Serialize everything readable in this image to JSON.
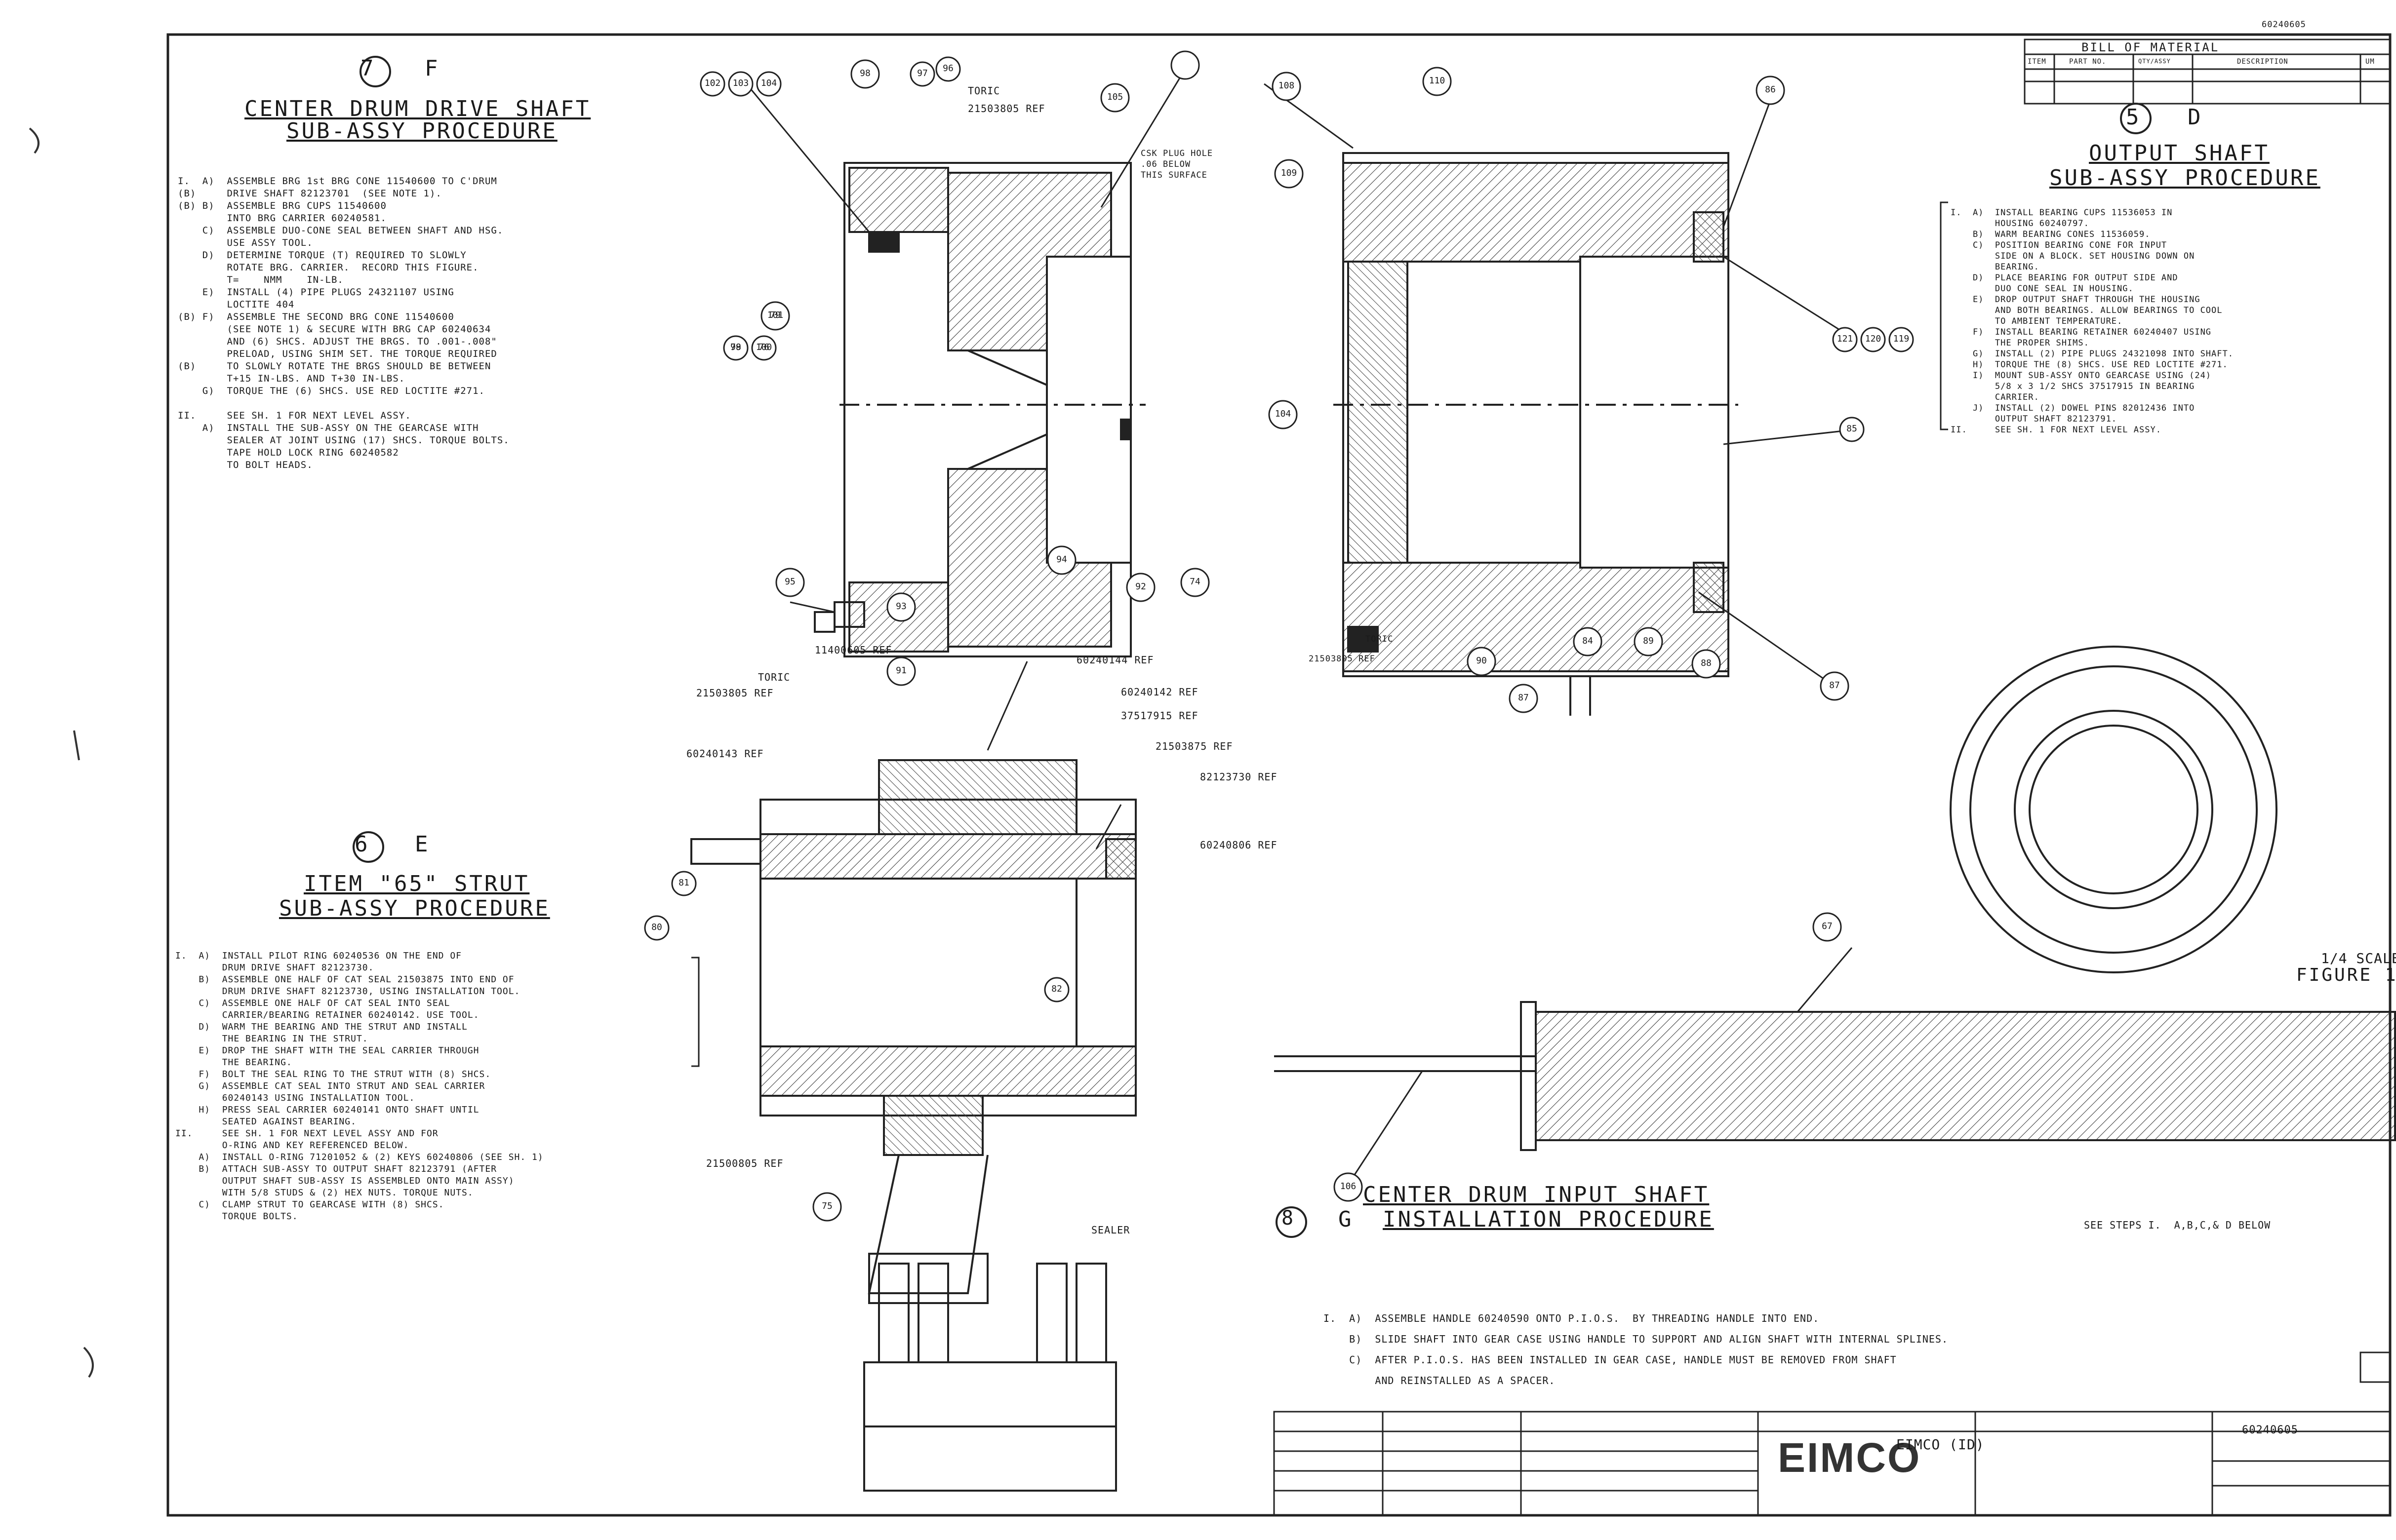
{
  "sections": {
    "top_left": {
      "step_num": "7",
      "step_letter": "F",
      "title_line1": "CENTER DRUM DRIVE SHAFT",
      "title_line2": "SUB-ASSY PROCEDURE",
      "steps": [
        "I.  A)  ASSEMBLE BRG 1st BRG CONE 11540600 TO C'DRUM",
        "(B)     DRIVE SHAFT 82123701  (SEE NOTE 1).",
        "(B) B)  ASSEMBLE BRG CUPS 11540600",
        "        INTO BRG CARRIER 60240581.",
        "    C)  ASSEMBLE DUO-CONE SEAL BETWEEN SHAFT AND HSG.",
        "        USE ASSY TOOL.",
        "    D)  DETERMINE TORQUE (T) REQUIRED TO SLOWLY",
        "        ROTATE BRG. CARRIER.  RECORD THIS FIGURE.",
        "        T=    NMM    IN-LB.",
        "    E)  INSTALL (4) PIPE PLUGS 24321107 USING",
        "        LOCTITE 404",
        "(B) F)  ASSEMBLE THE SECOND BRG CONE 11540600",
        "        (SEE NOTE 1) & SECURE WITH BRG CAP 60240634",
        "        AND (6) SHCS. ADJUST THE BRGS. TO .001-.008\"",
        "        PRELOAD, USING SHIM SET. THE TORQUE REQUIRED",
        "(B)     TO SLOWLY ROTATE THE BRGS SHOULD BE BETWEEN",
        "        T+15 IN-LBS. AND T+30 IN-LBS.",
        "    G)  TORQUE THE (6) SHCS. USE RED LOCTITE #271.",
        "",
        "II.     SEE SH. 1 FOR NEXT LEVEL ASSY.",
        "    A)  INSTALL THE SUB-ASSY ON THE GEARCASE WITH",
        "        SEALER AT JOINT USING (17) SHCS. TORQUE BOLTS.",
        "        TAPE HOLD LOCK RING 60240582",
        "        TO BOLT HEADS."
      ]
    },
    "top_right": {
      "step_num": "5",
      "step_letter": "D",
      "title_line1": "OUTPUT SHAFT",
      "title_line2": "SUB-ASSY PROCEDURE",
      "steps": [
        "I.  A)  INSTALL BEARING CUPS 11536053 IN",
        "        HOUSING 60240797.",
        "    B)  WARM BEARING CONES 11536059.",
        "    C)  POSITION BEARING CONE FOR INPUT",
        "        SIDE ON A BLOCK. SET HOUSING DOWN ON",
        "        BEARING.",
        "    D)  PLACE BEARING FOR OUTPUT SIDE AND",
        "        DUO CONE SEAL IN HOUSING.",
        "    E)  DROP OUTPUT SHAFT THROUGH THE HOUSING",
        "        AND BOTH BEARINGS. ALLOW BEARINGS TO COOL",
        "        TO AMBIENT TEMPERATURE.",
        "    F)  INSTALL BEARING RETAINER 60240407 USING",
        "        THE PROPER SHIMS.",
        "    G)  INSTALL (2) PIPE PLUGS 24321098 INTO SHAFT.",
        "    H)  TORQUE THE (8) SHCS. USE RED LOCTITE #271.",
        "    I)  MOUNT SUB-ASSY ONTO GEARCASE USING (24)",
        "        5/8 x 3 1/2 SHCS 37517915 IN BEARING",
        "        CARRIER.",
        "    J)  INSTALL (2) DOWEL PINS 82012436 INTO",
        "        OUTPUT SHAFT 82123791.",
        "II.     SEE SH. 1 FOR NEXT LEVEL ASSY."
      ]
    },
    "mid_left": {
      "step_num": "6",
      "step_letter": "E",
      "title_line1": "ITEM \"65\" STRUT",
      "title_line2": "SUB-ASSY PROCEDURE",
      "steps": [
        "I.  A)  INSTALL PILOT RING 60240536 ON THE END OF",
        "        DRUM DRIVE SHAFT 82123730.",
        "    B)  ASSEMBLE ONE HALF OF CAT SEAL 21503875 INTO END OF",
        "        DRUM DRIVE SHAFT 82123730, USING INSTALLATION TOOL.",
        "    C)  ASSEMBLE ONE HALF OF CAT SEAL INTO SEAL",
        "        CARRIER/BEARING RETAINER 60240142. USE TOOL.",
        "    D)  WARM THE BEARING AND THE STRUT AND INSTALL",
        "        THE BEARING IN THE STRUT.",
        "    E)  DROP THE SHAFT WITH THE SEAL CARRIER THROUGH",
        "        THE BEARING.",
        "    F)  BOLT THE SEAL RING TO THE STRUT WITH (8) SHCS.",
        "    G)  ASSEMBLE CAT SEAL INTO STRUT AND SEAL CARRIER",
        "        60240143 USING INSTALLATION TOOL.",
        "    H)  PRESS SEAL CARRIER 60240141 ONTO SHAFT UNTIL",
        "        SEATED AGAINST BEARING.",
        "II.     SEE SH. 1 FOR NEXT LEVEL ASSY AND FOR",
        "        O-RING AND KEY REFERENCED BELOW.",
        "    A)  INSTALL O-RING 71201052 & (2) KEYS 60240806 (SEE SH. 1)",
        "    B)  ATTACH SUB-ASSY TO OUTPUT SHAFT 82123791 (AFTER",
        "        OUTPUT SHAFT SUB-ASSY IS ASSEMBLED ONTO MAIN ASSY)",
        "        WITH 5/8 STUDS & (2) HEX NUTS. TORQUE NUTS.",
        "    C)  CLAMP STRUT TO GEARCASE WITH (8) SHCS.",
        "        TORQUE BOLTS."
      ]
    },
    "bottom": {
      "step_num": "8",
      "step_letter": "G",
      "title_line1": "CENTER DRUM INPUT SHAFT",
      "title_line2": "INSTALLATION PROCEDURE",
      "steps_ref": "SEE STEPS I.  A,B,C,& D BELOW",
      "steps": [
        "I.  A)  ASSEMBLE HANDLE 60240590 ONTO P.I.O.S.  BY THREADING HANDLE INTO END.",
        "    B)  SLIDE SHAFT INTO GEAR CASE USING HANDLE TO SUPPORT AND ALIGN SHAFT WITH INTERNAL SPLINES.",
        "    C)  AFTER P.I.O.S. HAS BEEN INSTALLED IN GEAR CASE, HANDLE MUST BE REMOVED FROM SHAFT",
        "        AND REINSTALLED AS A SPACER."
      ]
    }
  },
  "callouts": {
    "top_left": [
      "102",
      "103",
      "104",
      "98",
      "97",
      "96",
      "105",
      "101",
      "99",
      "100",
      "95",
      "94",
      "92",
      "93",
      "91"
    ],
    "top_right": [
      "110",
      "108",
      "109",
      "86",
      "104",
      "121",
      "120",
      "119",
      "85",
      "84",
      "89",
      "88",
      "90",
      "87",
      "87"
    ],
    "mid": [
      "80",
      "81",
      "82",
      "75",
      "74",
      "78",
      "76",
      "79"
    ],
    "bottom": [
      "67",
      "106"
    ]
  },
  "part_refs": {
    "toric_top": "TORIC",
    "toric_top_num": "21503805 REF",
    "csk_note": "CSK PLUG HOLE\n.06 BELOW\nTHIS SURFACE",
    "toric_right": "TORIC",
    "toric_right_num": "21503805 REF",
    "ref1": "11400605 REF",
    "ref2": "60240144 REF",
    "toric_mid": "TORIC",
    "toric_mid_num": "21503805 REF",
    "ref3": "60240142 REF",
    "ref4": "37517915 REF",
    "ref5": "21503875 REF",
    "ref6": "60240143 REF",
    "ref7": "82123730 REF",
    "ref8": "60240806 REF",
    "ref9": "21500805 REF",
    "sealer": "SEALER"
  },
  "bom": {
    "doc_no": "60240605",
    "title": "BILL OF MATERIAL",
    "cols": [
      "ITEM",
      "PART NO.",
      "QTY/ASSY",
      "DESCRIPTION",
      "UM"
    ]
  },
  "figure": {
    "label": "FIGURE 1",
    "scale": "1/4 SCALE"
  },
  "title_block": {
    "company": "EIMCO",
    "sub": "EIMCO (ID)",
    "drawing_no": "60240605"
  },
  "colors": {
    "line": "#222222",
    "paper": "#ffffff"
  }
}
